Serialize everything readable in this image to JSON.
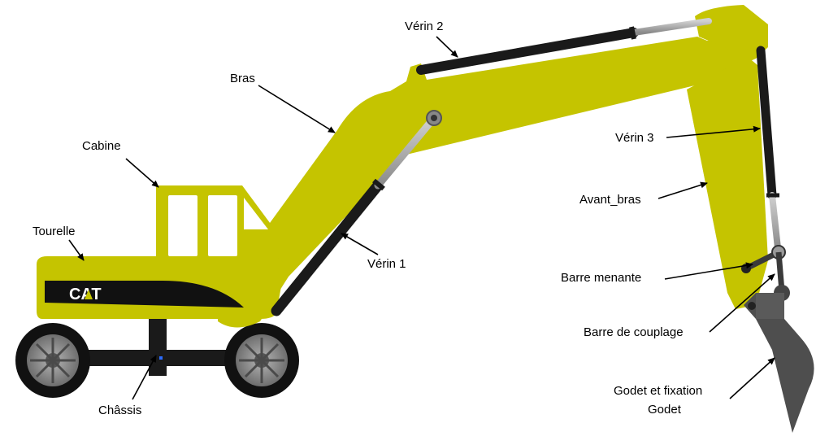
{
  "labels": {
    "verin2": "Vérin 2",
    "bras": "Bras",
    "cabine": "Cabine",
    "verin3": "Vérin 3",
    "tourelle": "Tourelle",
    "avant_bras": "Avant_bras",
    "verin1": "Vérin 1",
    "barre_menante": "Barre menante",
    "barre_couplage": "Barre de couplage",
    "chassis": "Châssis",
    "godet_line1": "Godet et fixation",
    "godet_line2": "Godet"
  },
  "logo_text": "CAT",
  "colors": {
    "body": "#c5c400",
    "body_dark": "#a9a800",
    "cylinder": "#1a1a1a",
    "rod": "#a8a8a8",
    "tire": "#111111",
    "rim": "#8a8a8a",
    "bucket": "#4e4e4e"
  }
}
